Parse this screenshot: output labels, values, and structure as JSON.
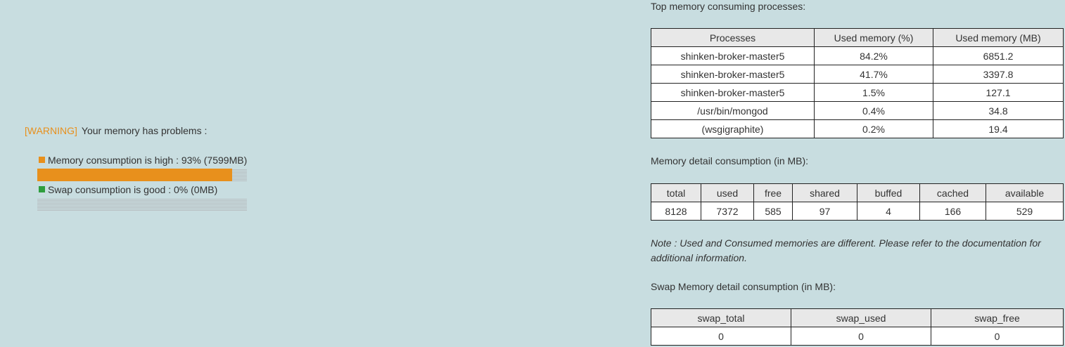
{
  "status": {
    "tag": "[WARNING]",
    "message": "Your memory has problems :"
  },
  "memory": {
    "label": "Memory consumption is high : 93% (7599MB)",
    "percent": 93,
    "color": "#e8901c"
  },
  "swap": {
    "label": "Swap consumption is good : 0% (0MB)",
    "percent": 0,
    "color": "#2e9e3e"
  },
  "processes": {
    "title": "Top memory consuming processes:",
    "headers": [
      "Processes",
      "Used memory (%)",
      "Used memory (MB)"
    ],
    "rows": [
      [
        "shinken-broker-master5",
        "84.2%",
        "6851.2"
      ],
      [
        "shinken-broker-master5",
        "41.7%",
        "3397.8"
      ],
      [
        "shinken-broker-master5",
        "1.5%",
        "127.1"
      ],
      [
        "/usr/bin/mongod",
        "0.4%",
        "34.8"
      ],
      [
        "(wsgigraphite)",
        "0.2%",
        "19.4"
      ]
    ]
  },
  "detail": {
    "title": "Memory detail consumption (in MB):",
    "headers": [
      "total",
      "used",
      "free",
      "shared",
      "buffed",
      "cached",
      "available"
    ],
    "values": [
      "8128",
      "7372",
      "585",
      "97",
      "4",
      "166",
      "529"
    ]
  },
  "note": "Note : Used and Consumed memories are different. Please refer to the documentation for additional information.",
  "swap_detail": {
    "title": "Swap Memory detail consumption (in MB):",
    "headers": [
      "swap_total",
      "swap_used",
      "swap_free"
    ],
    "values": [
      "0",
      "0",
      "0"
    ]
  }
}
